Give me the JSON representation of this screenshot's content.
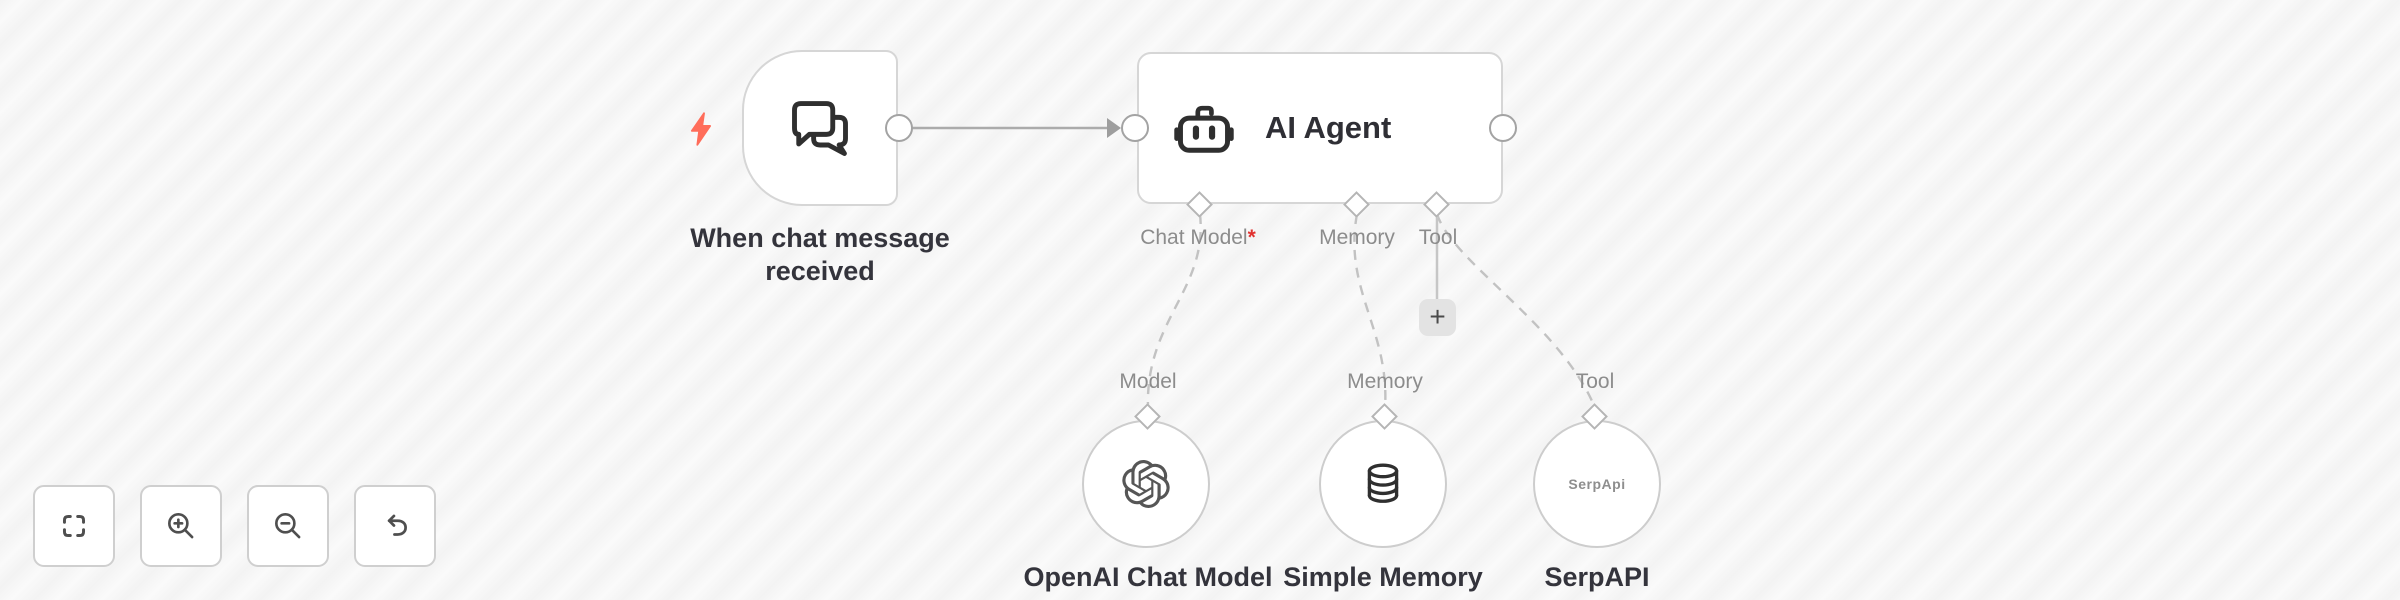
{
  "workflow": {
    "trigger": {
      "name": "When chat message received",
      "name_lines": [
        "When chat message",
        "received"
      ],
      "icon": "chat-bubbles-icon"
    },
    "agent": {
      "name": "AI Agent",
      "icon": "robot-icon",
      "ports": [
        {
          "label": "Chat Model",
          "required_marker": "*"
        },
        {
          "label": "Memory",
          "required_marker": ""
        },
        {
          "label": "Tool",
          "required_marker": ""
        }
      ]
    },
    "subnodes": [
      {
        "port_label": "Model",
        "name": "OpenAI Chat Model",
        "icon": "openai-logo-icon"
      },
      {
        "port_label": "Memory",
        "name": "Simple Memory",
        "icon": "database-icon"
      },
      {
        "port_label": "Tool",
        "name": "SerpAPI",
        "icon": "serpapi-logo",
        "logo_text": "SerpApi"
      }
    ],
    "add_button_label": "+"
  },
  "controls": [
    {
      "name": "fit-view"
    },
    {
      "name": "zoom-in"
    },
    {
      "name": "zoom-out"
    },
    {
      "name": "reset-zoom"
    }
  ],
  "colors": {
    "trigger_accent": "#ff6d5a",
    "required_marker": "#e0312f",
    "edge": "#c2c2c2",
    "node_border": "#d6d6d6"
  }
}
